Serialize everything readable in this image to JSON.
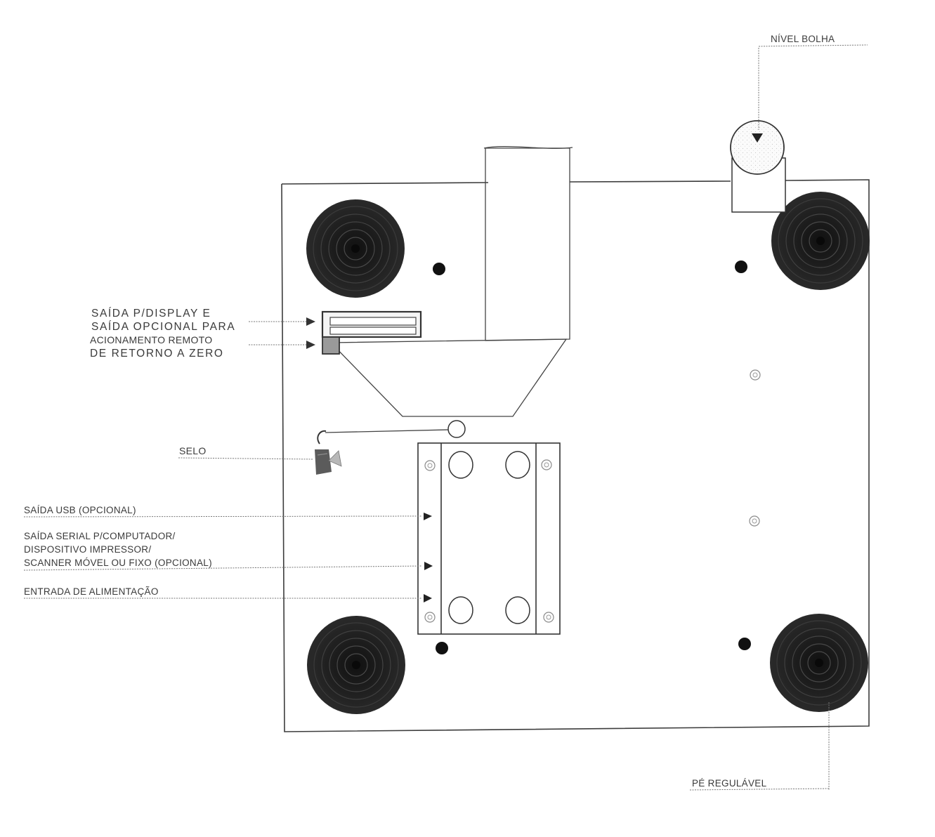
{
  "labels": {
    "display_line1": "SAÍDA P/DISPLAY E",
    "display_line2": "SAÍDA OPCIONAL PARA",
    "display_line3": "ACIONAMENTO REMOTO",
    "display_line4": "DE RETORNO A ZERO",
    "selo": "SELO",
    "usb": "SAÍDA USB (OPCIONAL)",
    "serial_line1": "SAÍDA SERIAL P/COMPUTADOR/",
    "serial_line2": "DISPOSITIVO IMPRESSOR/",
    "serial_line3": "SCANNER MÓVEL OU FIXO (OPCIONAL)",
    "power": "ENTRADA DE ALIMENTAÇÃO",
    "level_bubble": "NÍVEL BOLHA",
    "adjustable_foot": "PÉ REGULÁVEL"
  },
  "colors": {
    "line": "#3c3c3c",
    "foot_dark": "#1c1c1c",
    "text": "#3a3a3a"
  }
}
